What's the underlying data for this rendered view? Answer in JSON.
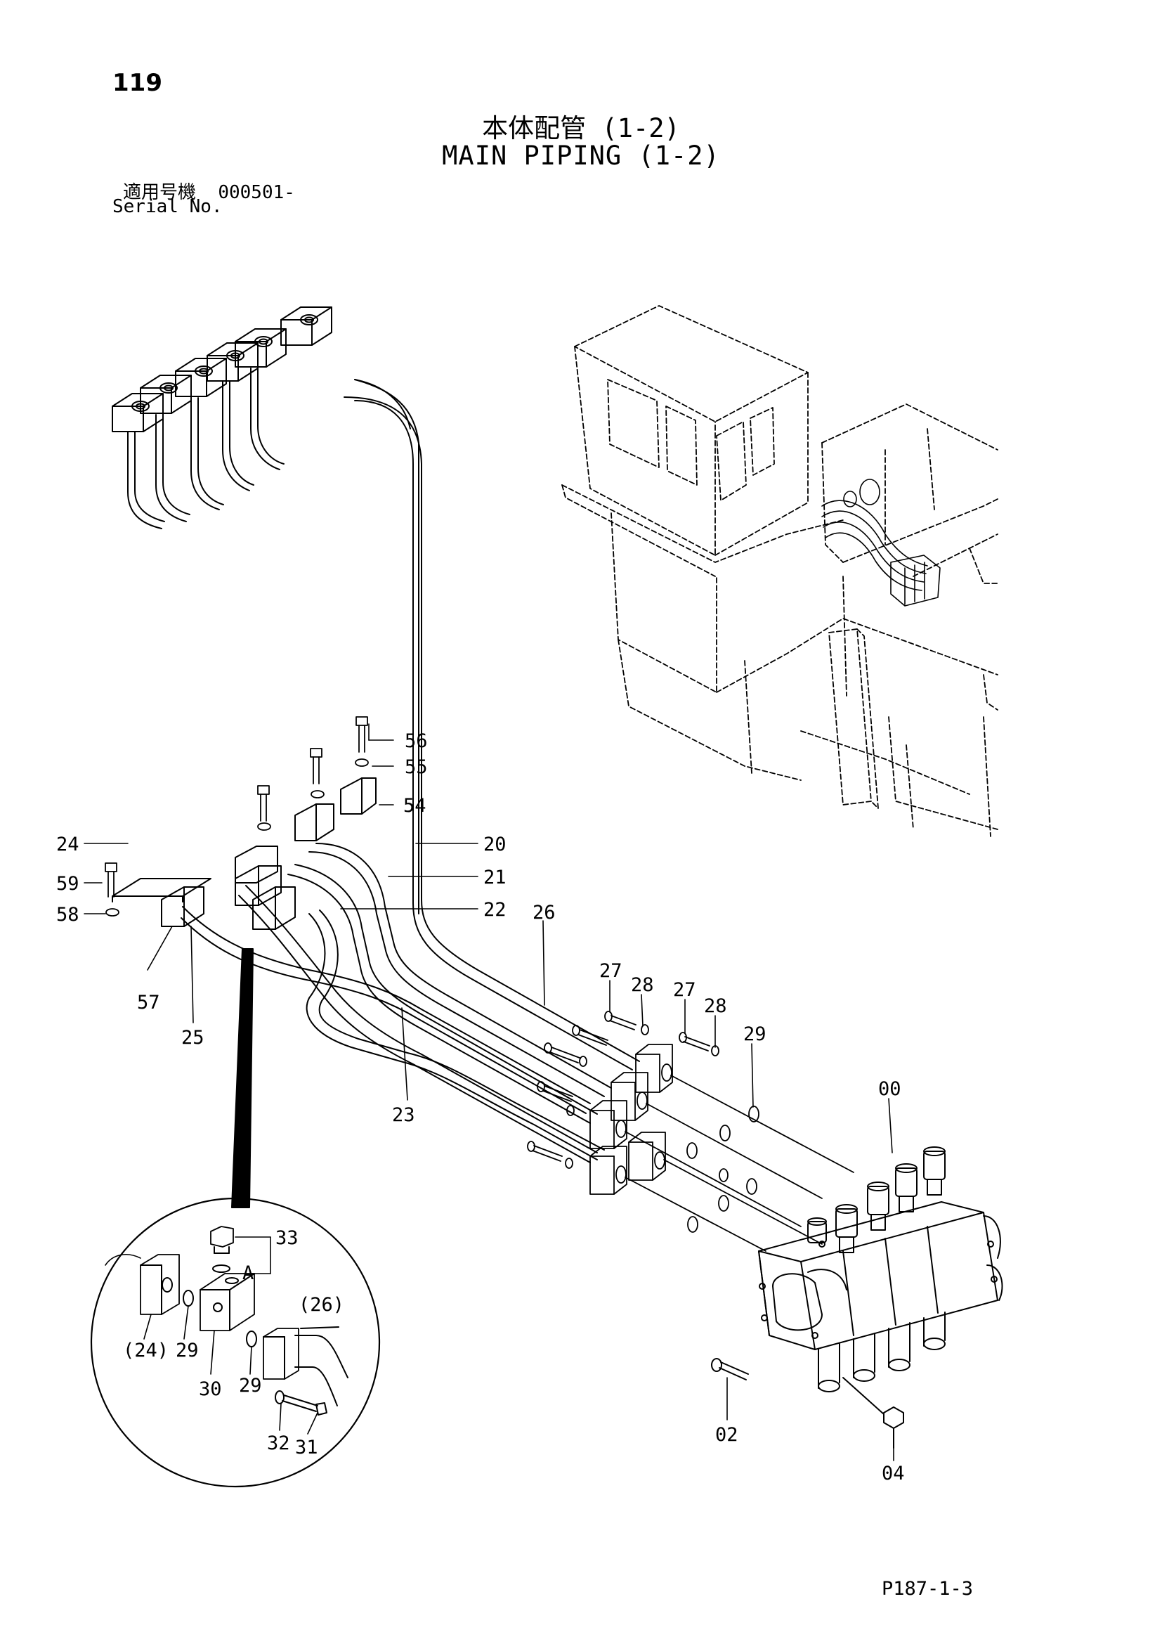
{
  "header": {
    "page_number": "119",
    "title_jp": "本体配管 (1-2)",
    "title_en": "MAIN PIPING (1-2)",
    "serial_label_jp": "適用号機",
    "serial_value": "000501-",
    "serial_label_en": "Serial No."
  },
  "callouts": [
    "56",
    "55",
    "54",
    "20",
    "21",
    "22",
    "24",
    "59",
    "58",
    "57",
    "25",
    "26",
    "27",
    "28",
    "27",
    "28",
    "29",
    "23",
    "00",
    "02",
    "04"
  ],
  "detail": {
    "callouts": [
      "33",
      "A",
      "(26)",
      "(24)",
      "29",
      "30",
      "29",
      "32",
      "31"
    ]
  },
  "footer": {
    "code": "P187-1-3"
  }
}
